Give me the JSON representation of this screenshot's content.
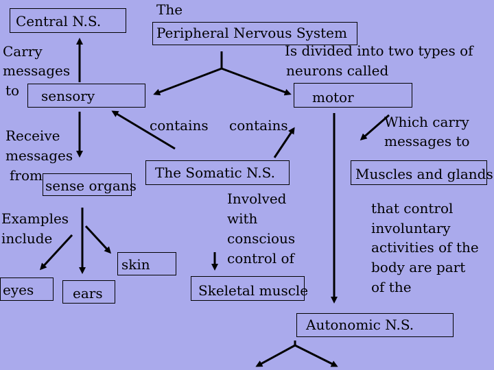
{
  "nodes": {
    "central": "Central N.S.",
    "peripheral_line1": "The",
    "peripheral_line2": "Peripheral Nervous System",
    "sensory": "sensory",
    "motor": "motor",
    "somatic": "The Somatic N.S.",
    "sense_organs": "sense organs",
    "muscles_glands": "Muscles and glands",
    "skin": "skin",
    "eyes": "eyes",
    "ears": "ears",
    "skeletal_muscle": "Skeletal muscle",
    "autonomic": "Autonomic N.S."
  },
  "labels": {
    "carry": [
      "Carry",
      "messages",
      "to"
    ],
    "divided": [
      "Is divided into two types of",
      "neurons called"
    ],
    "receive": [
      "Receive",
      "messages",
      "from"
    ],
    "contains_left": "contains",
    "contains_right": "contains",
    "which_carry": [
      "Which carry",
      "messages to"
    ],
    "examples": [
      "Examples",
      "include"
    ],
    "involved": [
      "Involved",
      "with",
      "conscious",
      "control of"
    ],
    "that_control": [
      "that control",
      "involuntary",
      "activities of the",
      "body are part",
      "of the"
    ]
  }
}
